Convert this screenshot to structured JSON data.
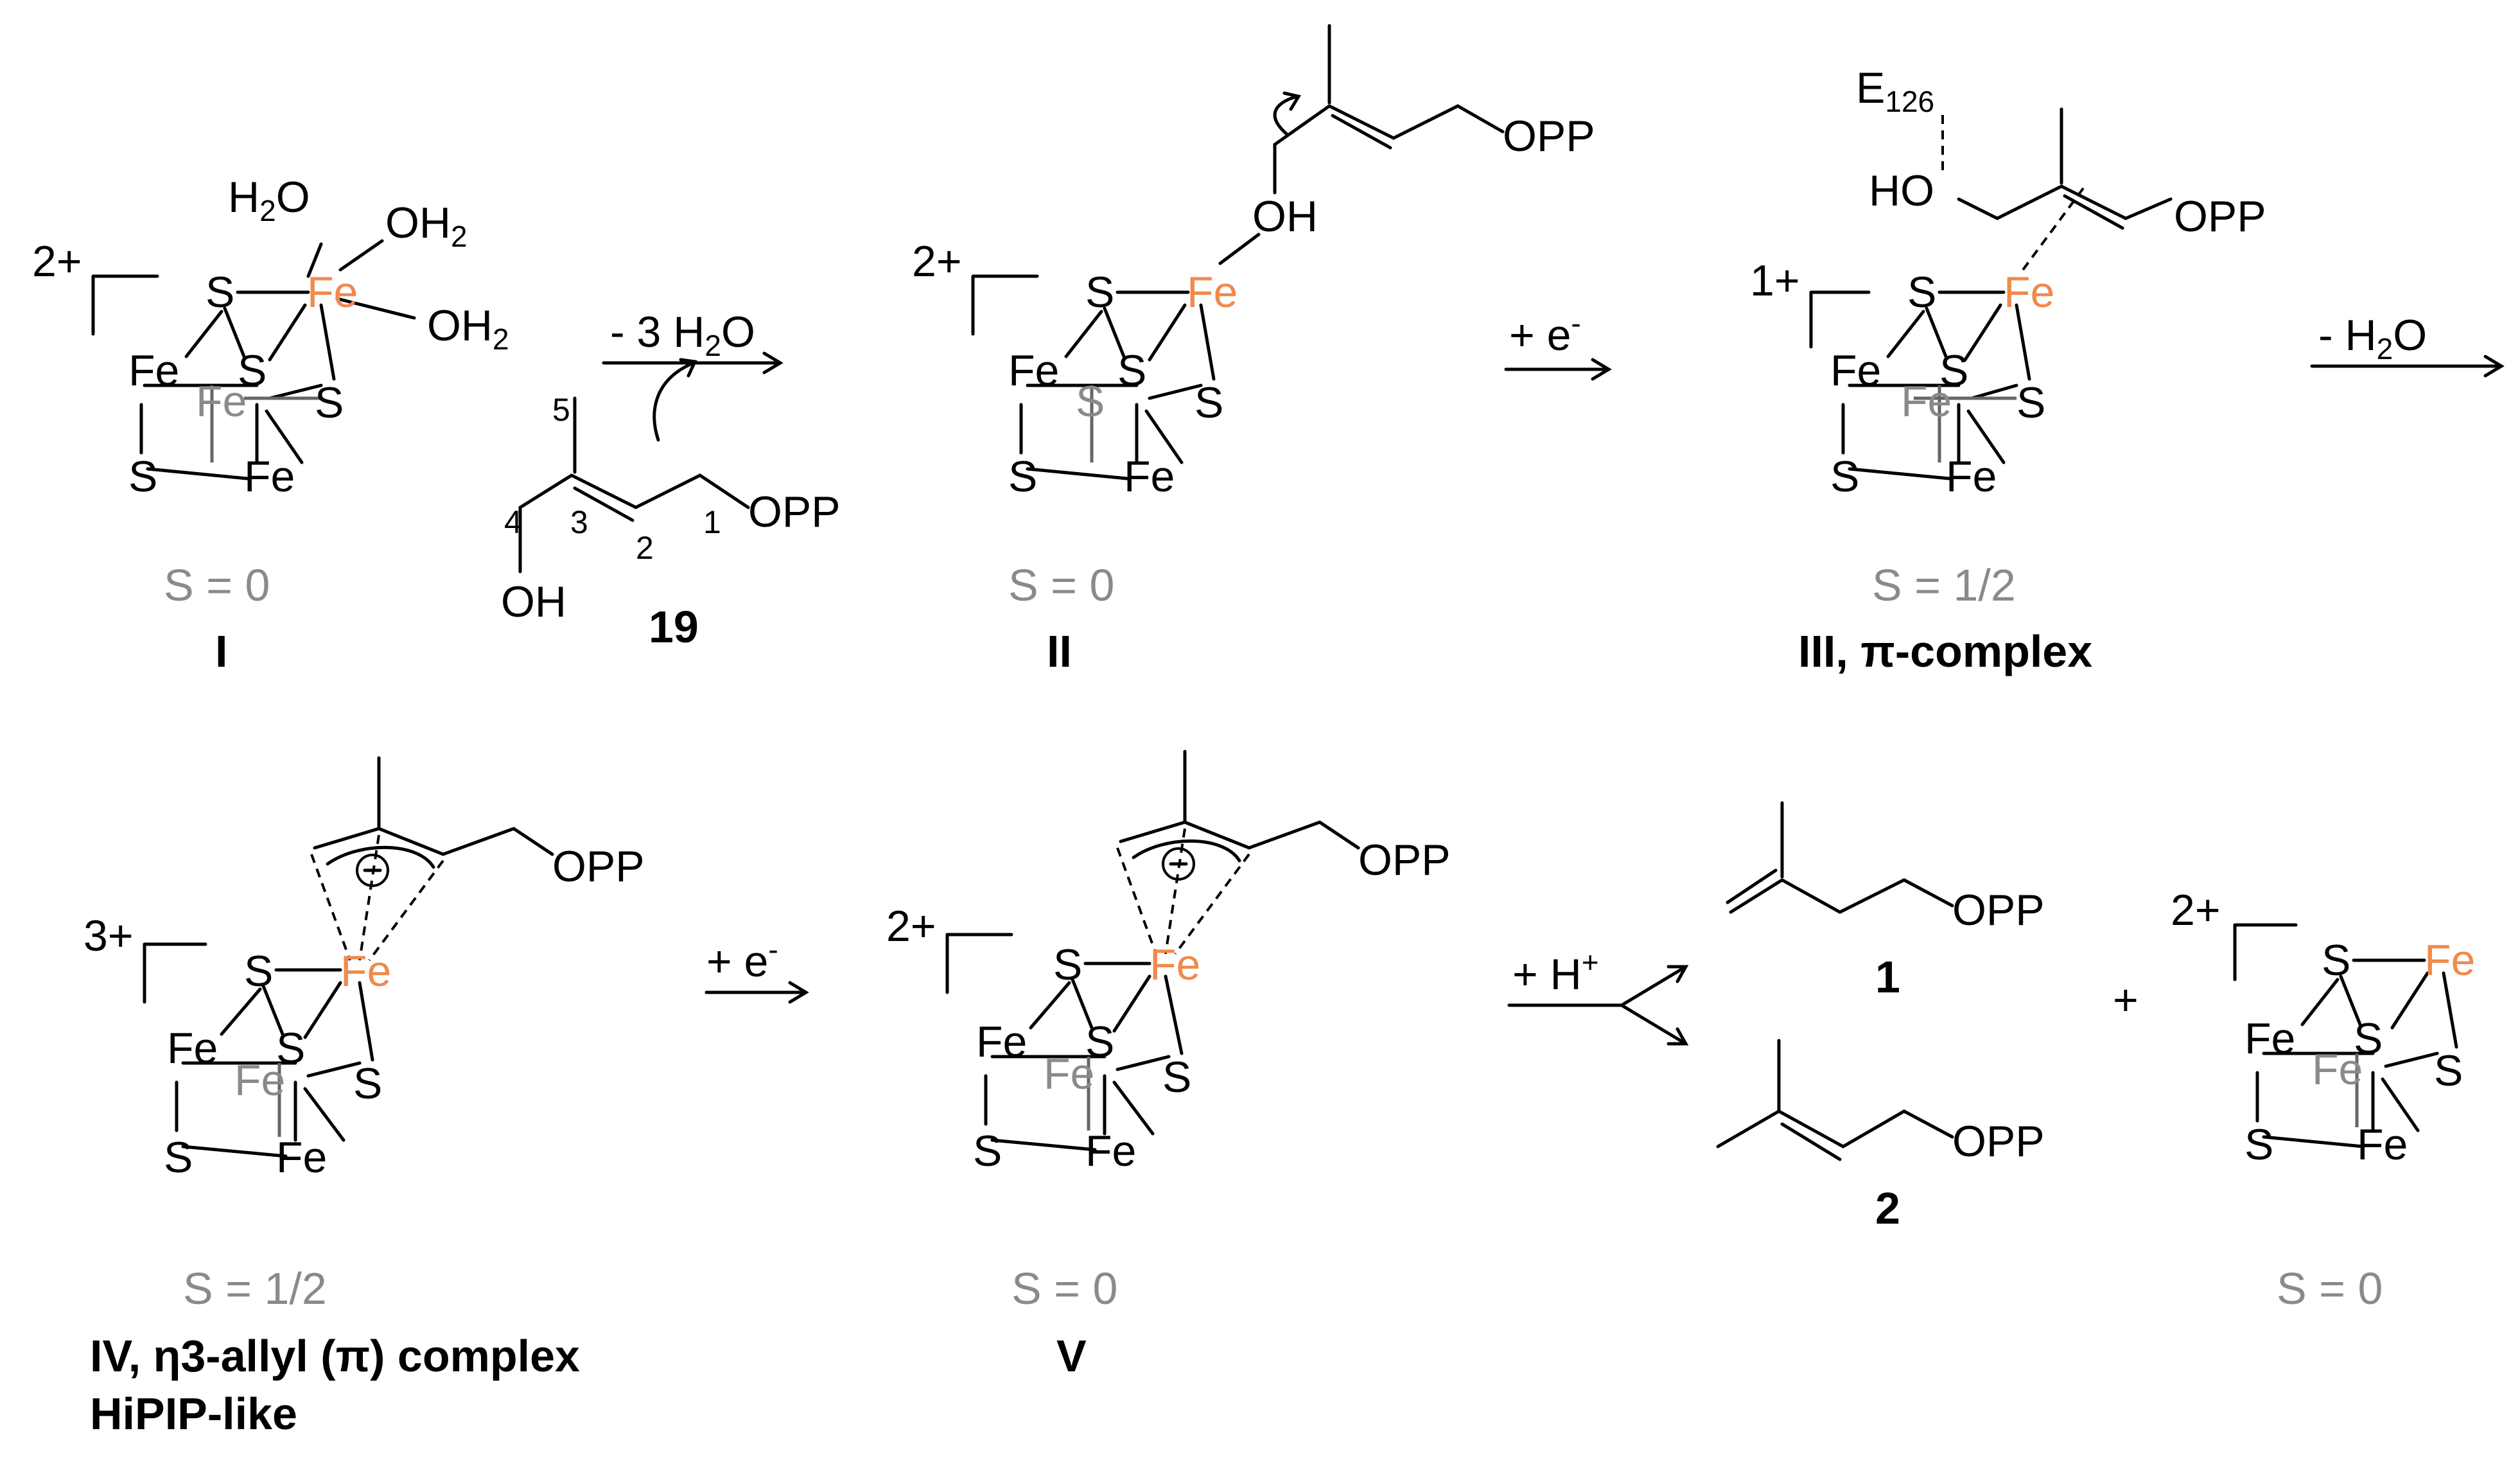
{
  "atoms": {
    "fe": "Fe",
    "s": "S",
    "oh": "OH",
    "ho": "HO",
    "opp": "OPP",
    "h2o": "H",
    "o": "O",
    "oh2": "OH",
    "two": "2"
  },
  "clusters": {
    "I": {
      "charge": "2+",
      "spin": "S = 0",
      "label": "I"
    },
    "II": {
      "charge": "2+",
      "spin": "S = 0",
      "label": "II"
    },
    "III": {
      "charge": "1+",
      "spin": "S = 1/2",
      "label": "III, π-complex"
    },
    "IV": {
      "charge": "3+",
      "spin": "S = 1/2",
      "label": "IV, η3-allyl (π) complex",
      "label2": "HiPIP-like"
    },
    "V": {
      "charge": "2+",
      "spin": "S = 0",
      "label": "V"
    },
    "final": {
      "charge": "2+",
      "spin": "S = 0"
    }
  },
  "substrate": {
    "label": "19",
    "numbers": [
      "1",
      "2",
      "3",
      "4",
      "5"
    ]
  },
  "residue": {
    "name": "E",
    "number": "126"
  },
  "arrows": {
    "a1": {
      "label": "- 3 H",
      "sub": "2",
      "tail": "O"
    },
    "a2": {
      "label": "+ e",
      "sup": "-"
    },
    "a3": {
      "label": "- H",
      "sub": "2",
      "tail": "O"
    },
    "a4": {
      "label": "+ e",
      "sup": "-"
    },
    "a5": {
      "label": "+ H",
      "sup": "+"
    }
  },
  "products": {
    "p1": "1",
    "p2": "2",
    "plus": "+"
  },
  "colors": {
    "iron_accent": "#f08a4b",
    "spin_grey": "#8a8a8a"
  }
}
